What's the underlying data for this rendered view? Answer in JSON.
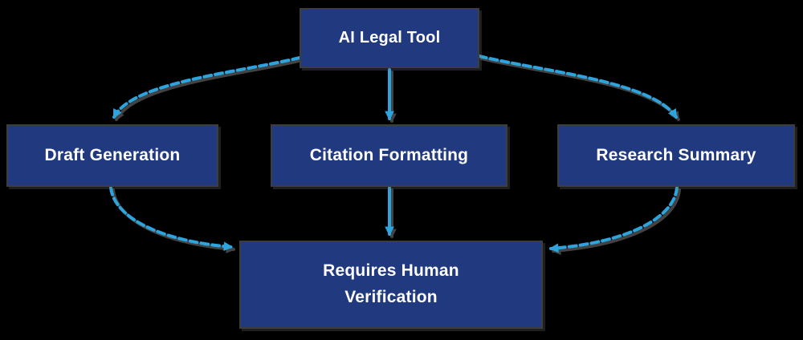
{
  "diagram": {
    "type": "flowchart",
    "direction": "top-down",
    "nodes": {
      "ai_legal_tool": {
        "id": "ai-legal-tool",
        "label": "AI Legal Tool"
      },
      "draft_generation": {
        "id": "draft-generation",
        "label": "Draft Generation"
      },
      "citation_formatting": {
        "id": "citation-formatting",
        "label": "Citation Formatting"
      },
      "research_summary": {
        "id": "research-summary",
        "label": "Research Summary"
      },
      "requires_human_verification": {
        "id": "requires-human-verification",
        "label": "Requires Human Verification"
      }
    },
    "edges": [
      {
        "from": "ai-legal-tool",
        "to": "draft-generation",
        "line": "curved-dashed"
      },
      {
        "from": "ai-legal-tool",
        "to": "citation-formatting",
        "line": "straight-solid"
      },
      {
        "from": "ai-legal-tool",
        "to": "research-summary",
        "line": "curved-dashed"
      },
      {
        "from": "draft-generation",
        "to": "requires-human-verification",
        "line": "curved-dashed"
      },
      {
        "from": "citation-formatting",
        "to": "requires-human-verification",
        "line": "straight-solid"
      },
      {
        "from": "research-summary",
        "to": "requires-human-verification",
        "line": "curved-dashed"
      }
    ]
  },
  "colors": {
    "background": "#000000",
    "node_fill": "#21397f",
    "node_border": "#3d3d3d",
    "node_text": "#ffffff",
    "arrow": "#2da4dd",
    "arrow_shadow": "#7a7a7a"
  }
}
